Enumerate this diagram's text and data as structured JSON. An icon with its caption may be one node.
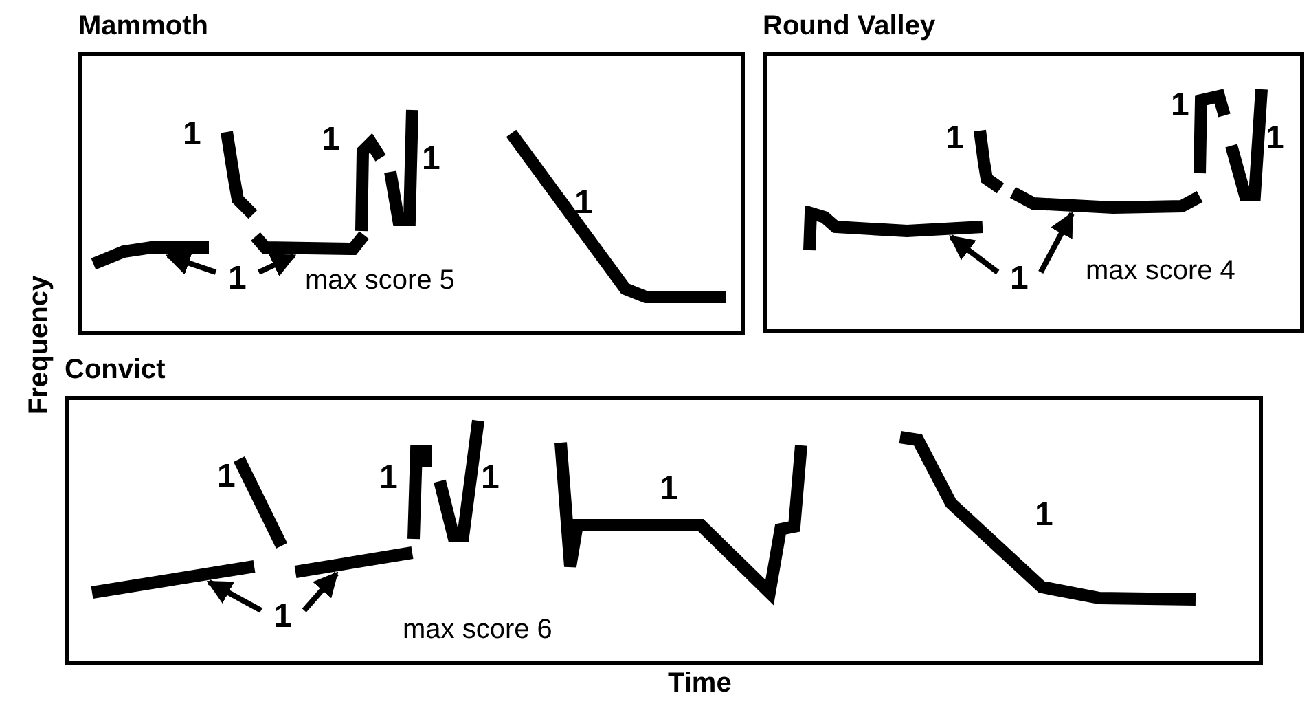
{
  "diagram": {
    "nodes": [
      {
        "text": [
          "Mammoth"
        ]
      },
      {
        "text": [
          "1"
        ],
        "in": 0
      },
      {
        "text": [],
        "shape": "line",
        "in": 0
      },
      {
        "text": [],
        "shape": "line",
        "in": 0
      },
      {
        "text": [
          "Round Valley"
        ]
      },
      {
        "text": [
          "1"
        ],
        "in": 4
      },
      {
        "text": [],
        "shape": "line",
        "in": 4
      },
      {
        "text": [],
        "shape": "line",
        "in": 4
      },
      {
        "text": [
          "Convict"
        ]
      },
      {
        "text": [
          "1"
        ],
        "in": 8
      },
      {
        "text": [],
        "shape": "line",
        "in": 8
      },
      {
        "text": [],
        "shape": "line",
        "in": 8
      }
    ],
    "edges": [
      {
        "from": 1,
        "to": 2,
        "arrow": "to"
      },
      {
        "from": 1,
        "to": 3,
        "arrow": "to"
      },
      {
        "from": 5,
        "to": 6,
        "arrow": "to"
      },
      {
        "from": 5,
        "to": 7,
        "arrow": "to"
      },
      {
        "from": 9,
        "to": 10,
        "arrow": "to"
      },
      {
        "from": 9,
        "to": 11,
        "arrow": "to"
      }
    ],
    "labels": [
      "1",
      "1",
      "1",
      "1",
      "max score 5",
      "1",
      "1",
      "1",
      "max score 4",
      "1",
      "1",
      "1",
      "1",
      "1",
      "max score 6",
      "Frequency",
      "Time"
    ]
  }
}
